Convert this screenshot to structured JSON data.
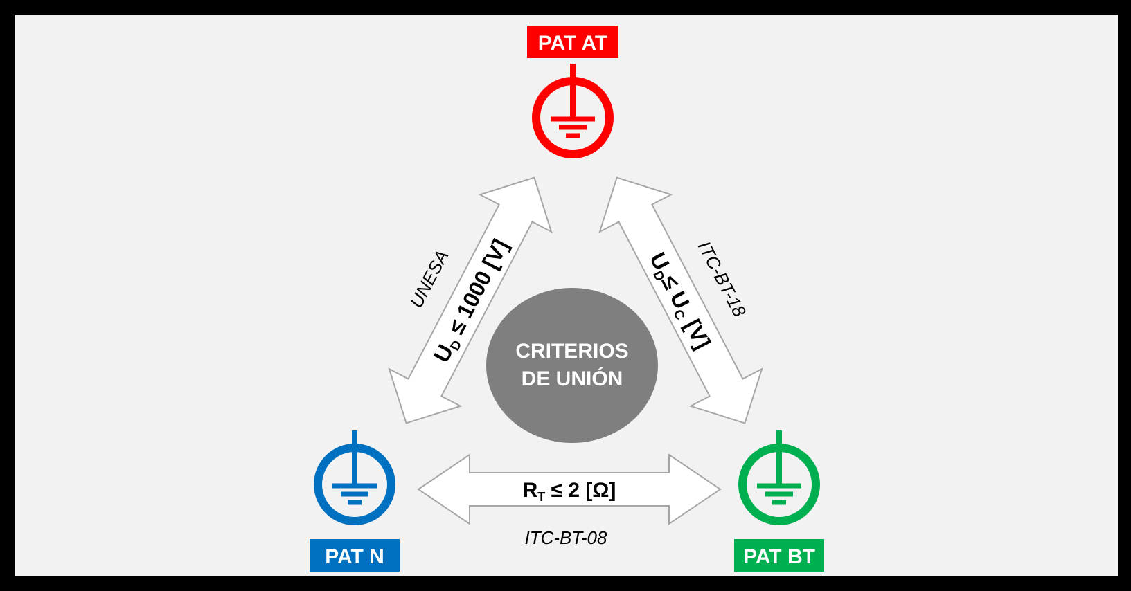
{
  "nodes": {
    "at": {
      "label": "PAT AT",
      "color": "#ff0000",
      "icon": "earth-ground-icon"
    },
    "n": {
      "label": "PAT N",
      "color": "#0070c0",
      "icon": "earth-ground-icon"
    },
    "bt": {
      "label": "PAT BT",
      "color": "#00b050",
      "icon": "earth-ground-icon"
    }
  },
  "center": {
    "line1": "CRITERIOS",
    "line2": "DE UNIÓN",
    "color": "#7f7f7f"
  },
  "links": {
    "left": {
      "criterion_main": "U",
      "criterion_sub": "D",
      "criterion_rest": " ≤ 1000 [V]",
      "source": "UNESA"
    },
    "right": {
      "criterion_main1": "U",
      "criterion_sub1": "D",
      "criterion_mid": "≤ U",
      "criterion_sub2": "C",
      "criterion_rest": " [V]",
      "source": "ITC-BT-18"
    },
    "bottom": {
      "criterion_main": "R",
      "criterion_sub": "T",
      "criterion_rest": " ≤ 2 [Ω]",
      "source": "ITC-BT-08"
    }
  }
}
